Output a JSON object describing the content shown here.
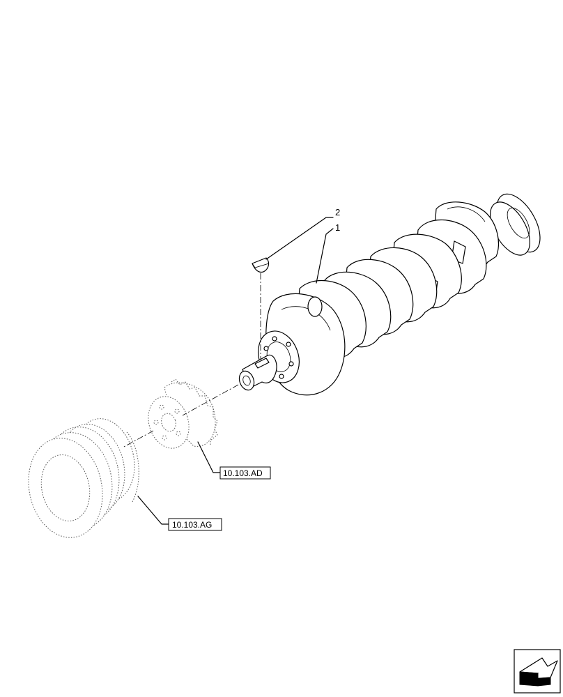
{
  "callouts": {
    "item_1": "1",
    "item_2": "2"
  },
  "references": {
    "gear_ref": "10.103.AD",
    "pulley_ref": "10.103.AG"
  },
  "nav_icon": "next-page-arrow-icon"
}
